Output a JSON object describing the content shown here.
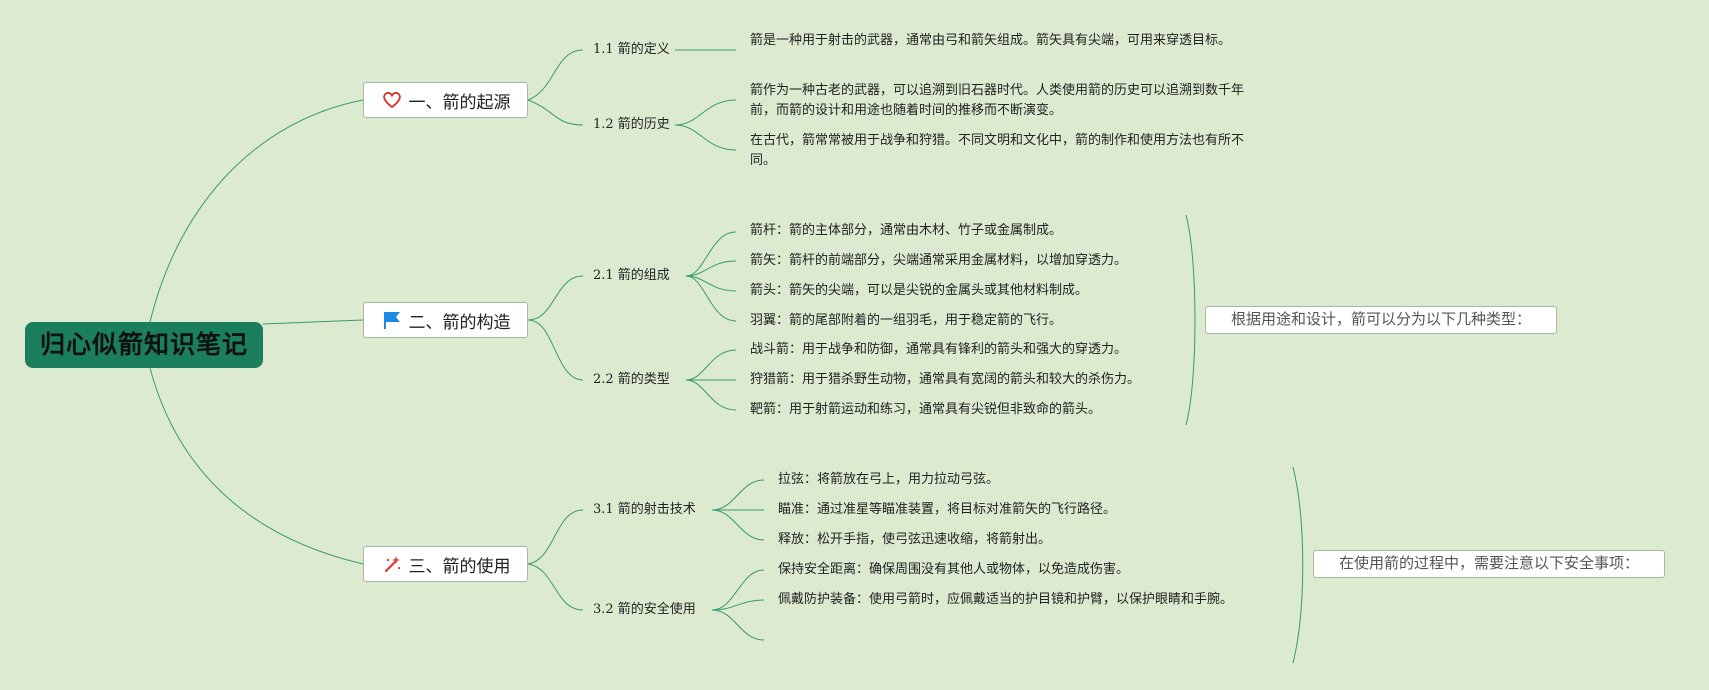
{
  "root": {
    "title": "归心似箭知识笔记"
  },
  "branches": [
    {
      "label": "一、箭的起源",
      "icon": "heart-icon",
      "subs": [
        {
          "label": "1.1 箭的定义",
          "leaves": [
            "箭是一种用于射击的武器，通常由弓和箭矢组成。箭矢具有尖端，可用来穿透目标。"
          ]
        },
        {
          "label": "1.2 箭的历史",
          "leaves": [
            "箭作为一种古老的武器，可以追溯到旧石器时代。人类使用箭的历史可以追溯到数千年前，而箭的设计和用途也随着时间的推移而不断演变。",
            "在古代，箭常常被用于战争和狩猎。不同文明和文化中，箭的制作和使用方法也有所不同。"
          ]
        }
      ]
    },
    {
      "label": "二、箭的构造",
      "icon": "flag-icon",
      "subs": [
        {
          "label": "2.1 箭的组成",
          "leaves": [
            "箭杆：箭的主体部分，通常由木材、竹子或金属制成。",
            "箭矢：箭杆的前端部分，尖端通常采用金属材料，以增加穿透力。",
            "箭头：箭矢的尖端，可以是尖锐的金属头或其他材料制成。",
            "羽翼：箭的尾部附着的一组羽毛，用于稳定箭的飞行。"
          ]
        },
        {
          "label": "2.2 箭的类型",
          "leaves": [
            "战斗箭：用于战争和防御，通常具有锋利的箭头和强大的穿透力。",
            "狩猎箭：用于猎杀野生动物，通常具有宽阔的箭头和较大的杀伤力。",
            "靶箭：用于射箭运动和练习，通常具有尖锐但非致命的箭头。"
          ]
        }
      ],
      "summary": "根据用途和设计，箭可以分为以下几种类型："
    },
    {
      "label": "三、箭的使用",
      "icon": "magic-wand-icon",
      "subs": [
        {
          "label": "3.1 箭的射击技术",
          "leaves": [
            "拉弦：将箭放在弓上，用力拉动弓弦。",
            "瞄准：通过准星等瞄准装置，将目标对准箭矢的飞行路径。",
            "释放：松开手指，使弓弦迅速收缩，将箭射出。"
          ]
        },
        {
          "label": "3.2 箭的安全使用",
          "leaves": [
            "保持安全距离：确保周围没有其他人或物体，以免造成伤害。",
            "佩戴防护装备：使用弓箭时，应佩戴适当的护目镜和护臂，以保护眼睛和手腕。"
          ]
        }
      ],
      "summary": "在使用箭的过程中，需要注意以下安全事项："
    }
  ],
  "colors": {
    "background": "#dcead0",
    "root_fill": "#1b7f5d",
    "link": "#3a9a6e",
    "heart": "#d9332b",
    "flag": "#1e88e5",
    "wand": "#e53935"
  }
}
